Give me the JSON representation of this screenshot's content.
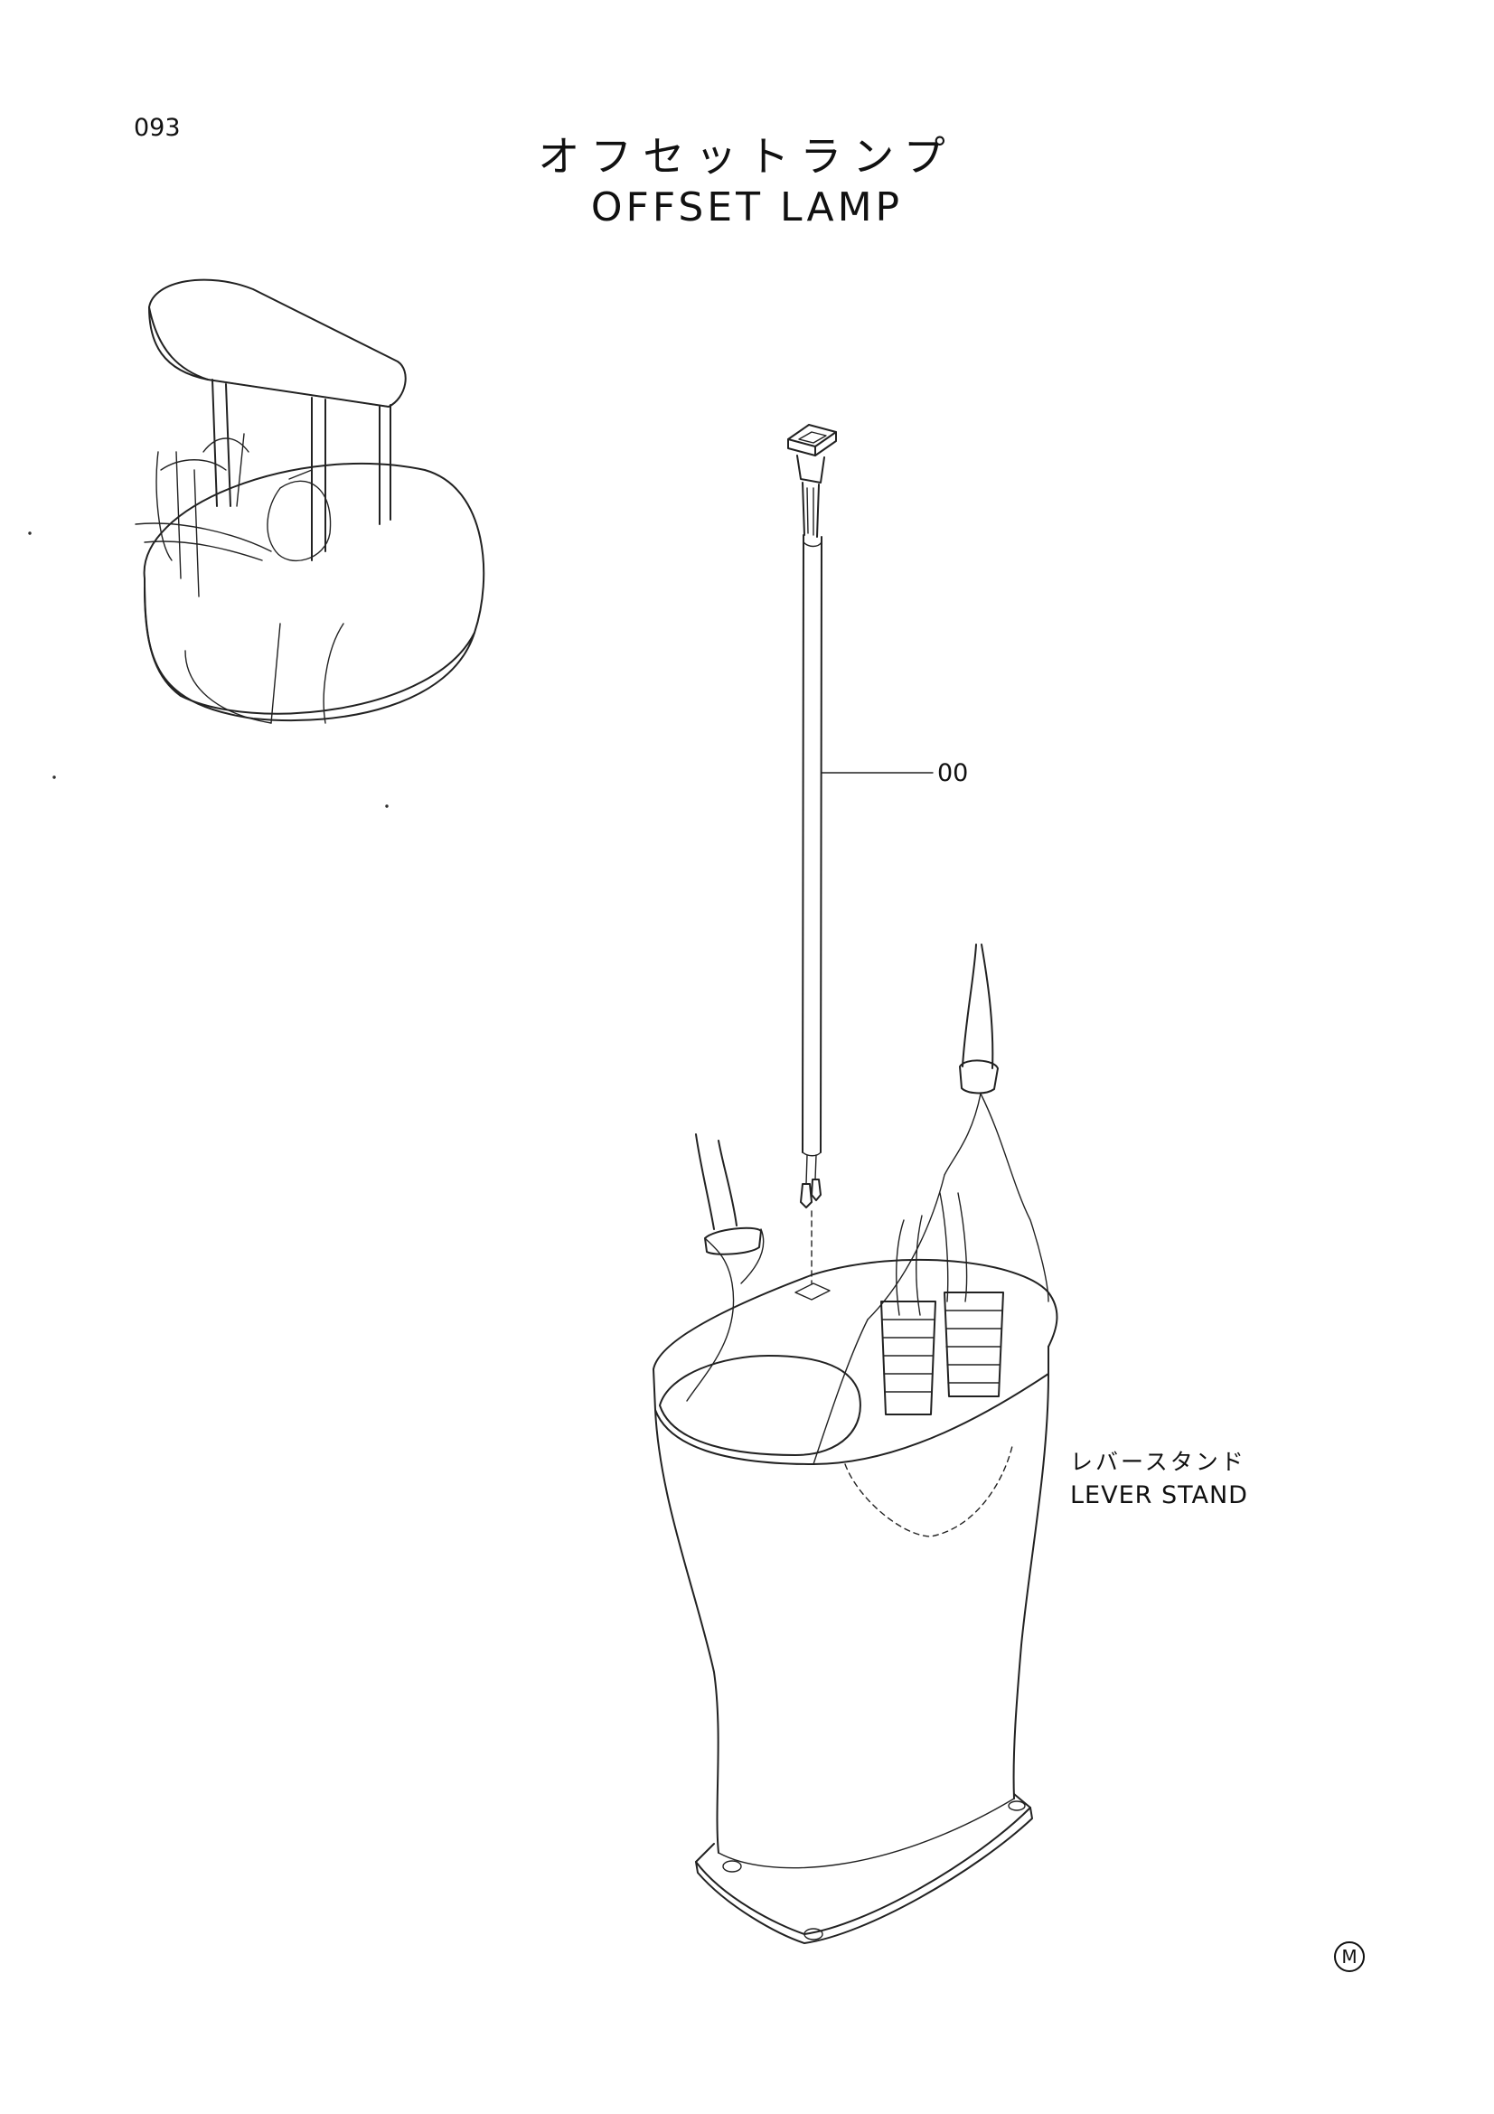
{
  "page": {
    "page_number": "093",
    "title_jp": "オフセットランプ",
    "title_en": "OFFSET LAMP"
  },
  "parts": [
    {
      "callout": "00",
      "icon": "lamp-harness-icon"
    }
  ],
  "reference": {
    "name_jp": "レバースタンド",
    "name_en": "LEVER STAND"
  },
  "mark": "M",
  "icons": [
    "excavator-overview-icon",
    "lamp-harness-icon",
    "lever-stand-icon"
  ]
}
